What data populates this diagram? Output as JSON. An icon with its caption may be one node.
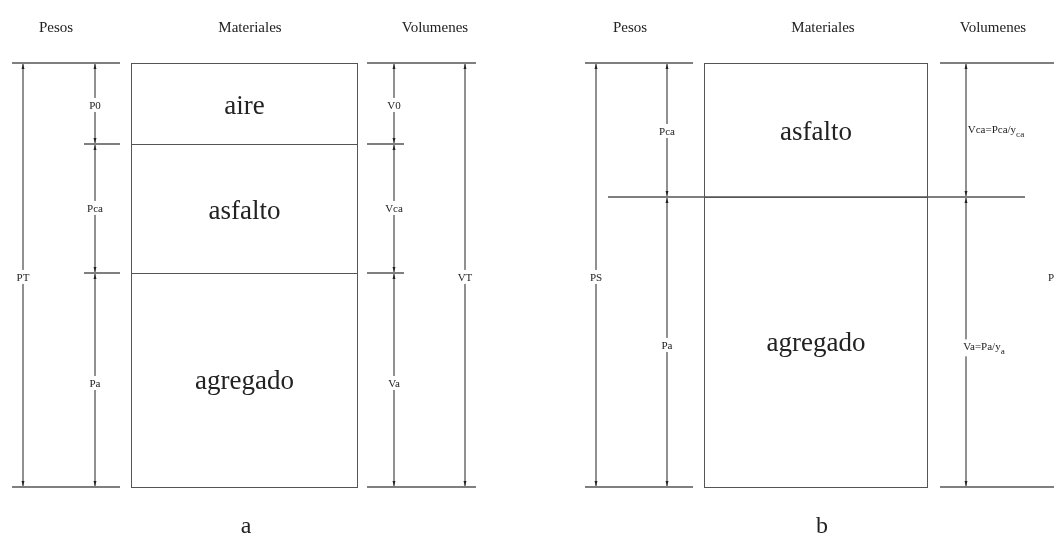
{
  "diagram": {
    "nodes": [
      {
        "text": [
          "aire"
        ]
      },
      {
        "text": [
          "asfalto"
        ]
      },
      {
        "text": [
          "agregado"
        ]
      },
      {
        "text": [
          "asfalto"
        ]
      },
      {
        "text": [
          "agregado"
        ]
      }
    ],
    "edges": [],
    "labels": [
      "Pesos",
      "Materiales",
      "Volumenes",
      "P0",
      "V0",
      "Pca",
      "Vca",
      "PT",
      "VT",
      "Pa",
      "Va",
      "a",
      "Pesos",
      "Materiales",
      "Volumenes",
      "Pca",
      "Vca=Pca/y$_{ca}$",
      "PS",
      "P",
      "Pa",
      "Va=Pa/y$_{a}$",
      "b"
    ]
  }
}
